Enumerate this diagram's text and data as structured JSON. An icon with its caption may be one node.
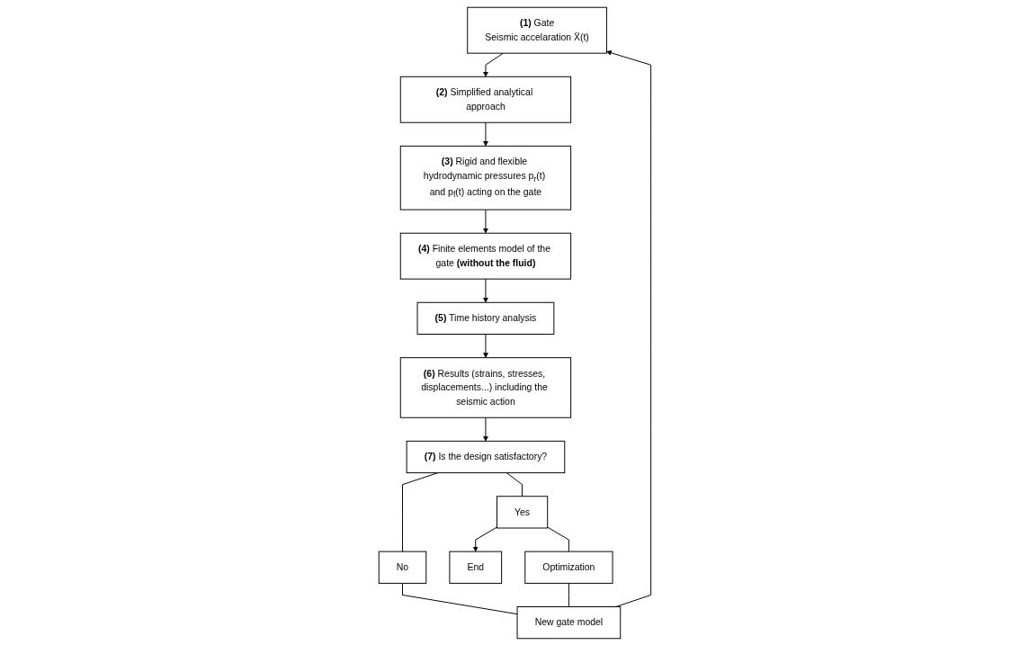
{
  "diagram": {
    "nodes": [
      {
        "text": [
          "**(1)** Gate",
          "Seismic accelaration Ẍ(t)"
        ]
      },
      {
        "text": [
          "**(2)** Simplified analytical approach"
        ]
      },
      {
        "text": [
          "**(3)** Rigid and flexible hydrodynamic pressures p$_{r}$(t) and p$_{f}$(t) acting on the gate"
        ]
      },
      {
        "text": [
          "**(4)** Finite elements model of the gate **(without the fluid)**"
        ]
      },
      {
        "text": [
          "**(5)** Time history analysis"
        ]
      },
      {
        "text": [
          "**(6)** Results (strains, stresses, displacements...) including the seismic action"
        ]
      },
      {
        "text": [
          "**(7)** Is the design satisfactory?"
        ]
      },
      {
        "text": [
          "Yes"
        ]
      },
      {
        "text": [
          "No"
        ]
      },
      {
        "text": [
          "End"
        ]
      },
      {
        "text": [
          "New gate model"
        ]
      },
      {
        "text": [
          "Optimization"
        ]
      }
    ],
    "edges": [
      {
        "from": 0,
        "to": 1,
        "arrow": "to"
      },
      {
        "from": 1,
        "to": 2,
        "arrow": "to"
      },
      {
        "from": 2,
        "to": 3,
        "arrow": "to"
      },
      {
        "from": 3,
        "to": 4,
        "arrow": "to"
      },
      {
        "from": 4,
        "to": 5,
        "arrow": "to"
      },
      {
        "from": 5,
        "to": 6,
        "arrow": "to"
      },
      {
        "from": 6,
        "to": 7,
        "arrow": "none"
      },
      {
        "from": 6,
        "to": 8,
        "arrow": "none"
      },
      {
        "from": 7,
        "to": 9,
        "arrow": "to"
      },
      {
        "from": 7,
        "to": 11,
        "arrow": "none"
      },
      {
        "from": 8,
        "to": 10,
        "arrow": "none"
      },
      {
        "from": 11,
        "to": 10,
        "arrow": "none"
      },
      {
        "from": 10,
        "to": 0,
        "arrow": "to"
      }
    ]
  }
}
